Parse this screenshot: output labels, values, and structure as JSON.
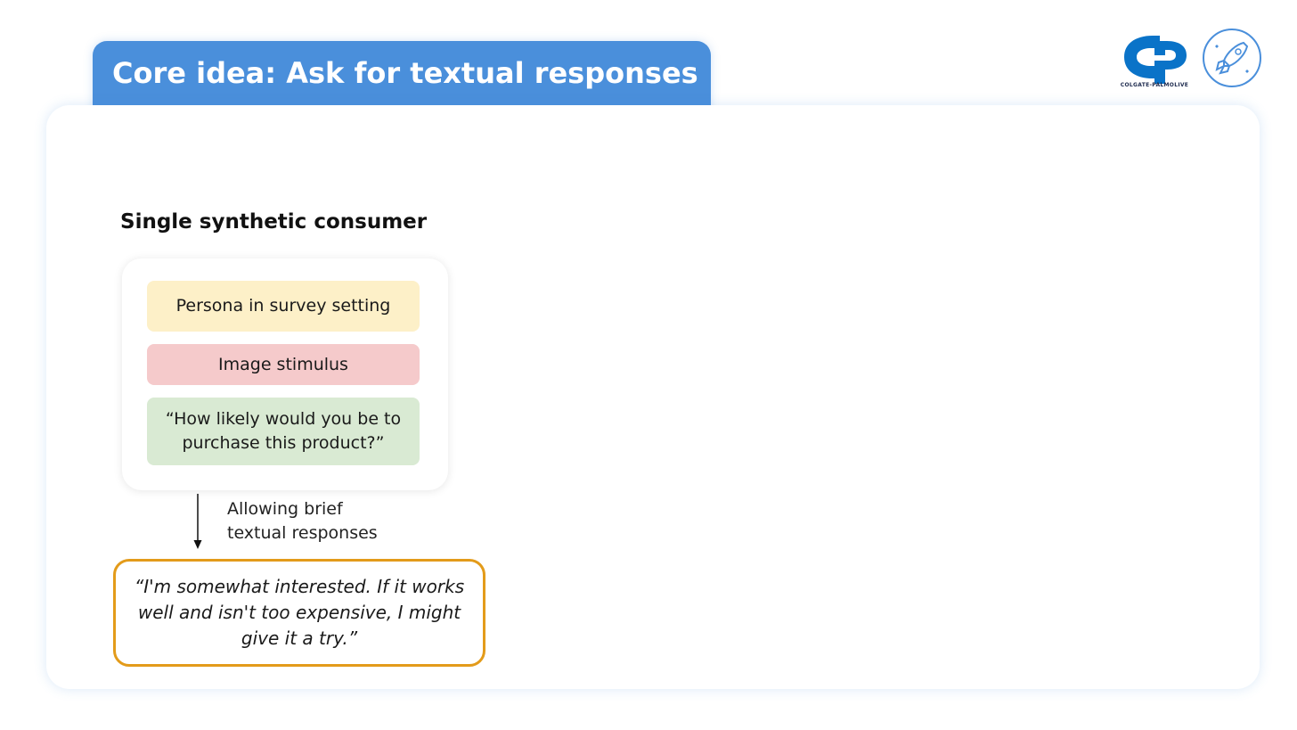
{
  "header": {
    "title": "Core idea: Ask for textual responses"
  },
  "logos": {
    "company": "COLGATE-PALMOLIVE",
    "company_icon": "colgate-palmolive-logo-icon",
    "badge_icon": "rocket-icon"
  },
  "diagram": {
    "section_title": "Single synthetic consumer",
    "prompt_items": [
      {
        "label": "Persona in survey setting",
        "color": "#fdf0c8"
      },
      {
        "label": "Image stimulus",
        "color": "#f5cacb"
      },
      {
        "label": "“How likely would you be to purchase this product?”",
        "color": "#d9ead3"
      }
    ],
    "arrow_label_line1": "Allowing brief",
    "arrow_label_line2": "textual responses",
    "response": "“I'm somewhat interested. If it works well and isn't too expensive, I might give it a try.”",
    "response_border_color": "#e39b1a"
  },
  "colors": {
    "accent": "#4a8fdb",
    "brand_red": "#0a73c8",
    "text": "#111111"
  }
}
